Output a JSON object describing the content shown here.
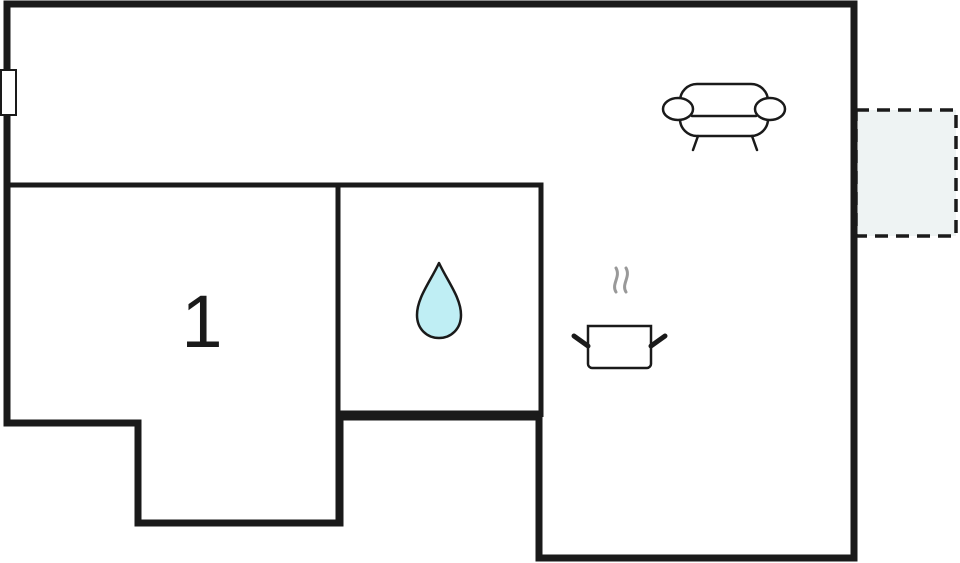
{
  "floorplan": {
    "rooms": [
      {
        "id": "bedroom",
        "number_label": "1"
      },
      {
        "id": "bathroom",
        "icon": "water-drop-icon"
      },
      {
        "id": "living-kitchen",
        "icons": [
          "sofa-icon",
          "cooking-pot-icon"
        ]
      }
    ],
    "terrace": {
      "icon": "terrace-dashed-area"
    },
    "door": {
      "icon": "entrance-door-icon"
    },
    "colors": {
      "wall": "#1a1a1a",
      "background": "#ffffff",
      "water_drop": "#bfeef4",
      "terrace_fill": "#eef3f3",
      "steam": "#999999"
    }
  }
}
